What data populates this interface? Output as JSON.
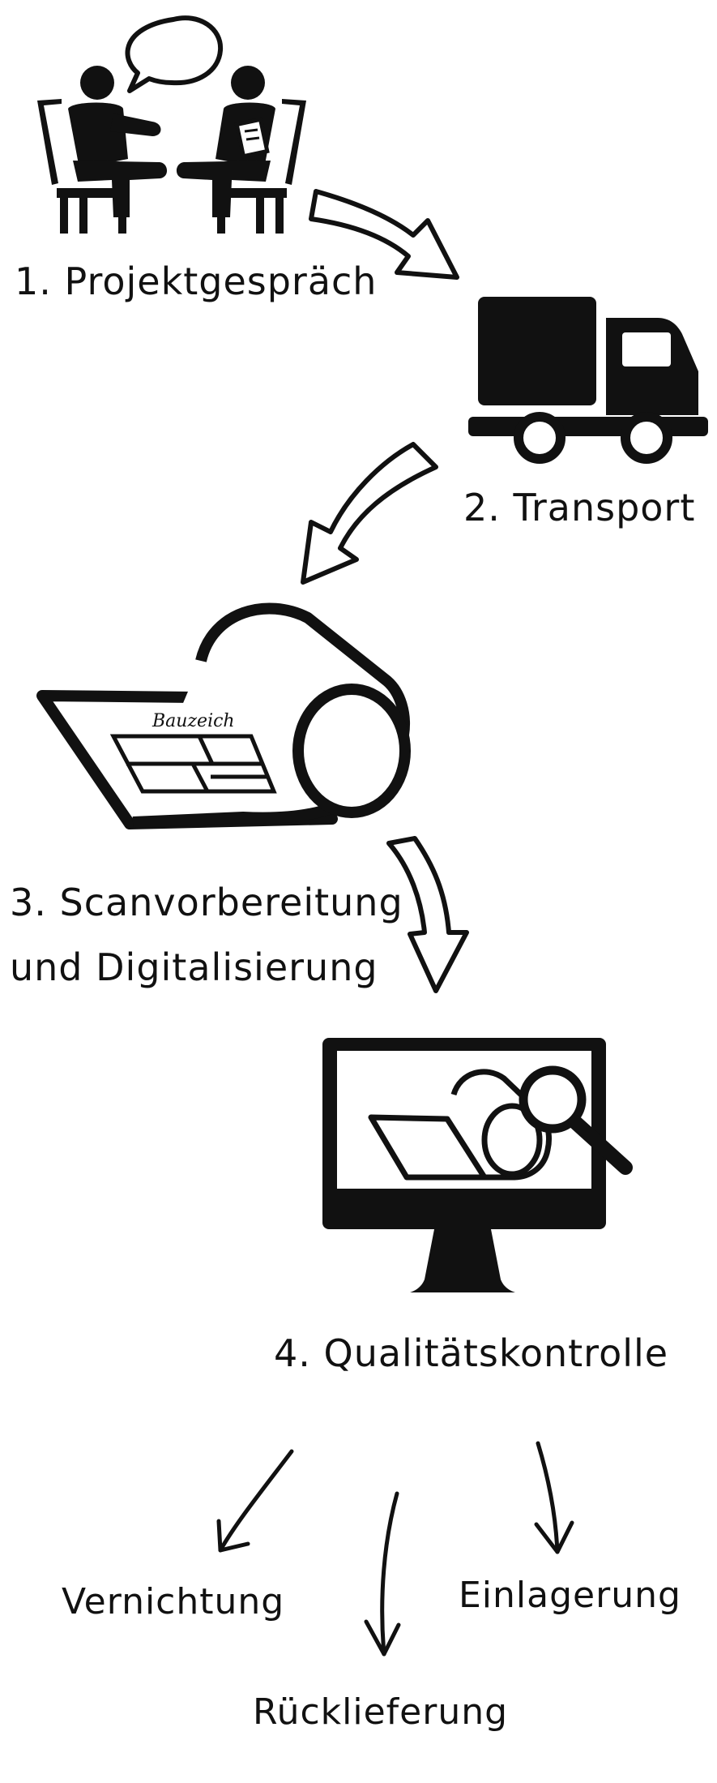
{
  "steps": {
    "s1": "1. Projektgespräch",
    "s2": "2. Transport",
    "s3_line1": "3. Scanvorbereitung",
    "s3_line2": "und Digitalisierung",
    "s4": "4. Qualitätskontrolle"
  },
  "outcomes": {
    "o1": "Vernichtung",
    "o2": "Einlagerung",
    "o3": "Rücklieferung"
  },
  "drawing_label": "Bauzeich",
  "colors": {
    "ink": "#111111",
    "background": "#ffffff"
  },
  "icons": [
    "conversation-icon",
    "truck-icon",
    "blueprint-roll-icon",
    "monitor-inspection-icon"
  ]
}
